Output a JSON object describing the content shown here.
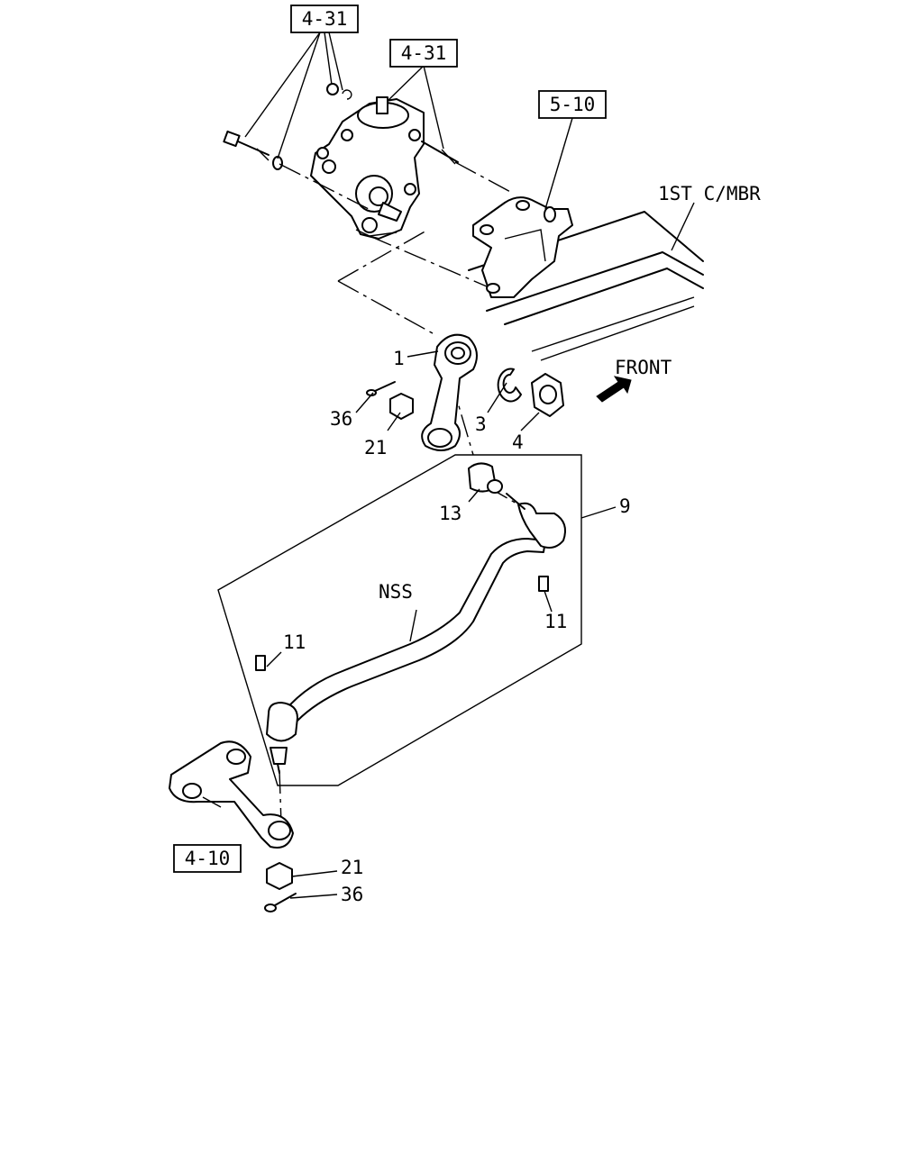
{
  "refs": {
    "ref_a": "4-31",
    "ref_b": "4-31",
    "ref_c": "5-10",
    "ref_d": "4-10"
  },
  "labels": {
    "frame": "1ST C/MBR",
    "front": "FRONT",
    "p1": "1",
    "p3": "3",
    "p4": "4",
    "p36_top": "36",
    "p21_top": "21",
    "p13": "13",
    "p9": "9",
    "nss": "NSS",
    "p11_right": "11",
    "p11_left": "11",
    "p21_bottom": "21",
    "p36_bottom": "36"
  }
}
